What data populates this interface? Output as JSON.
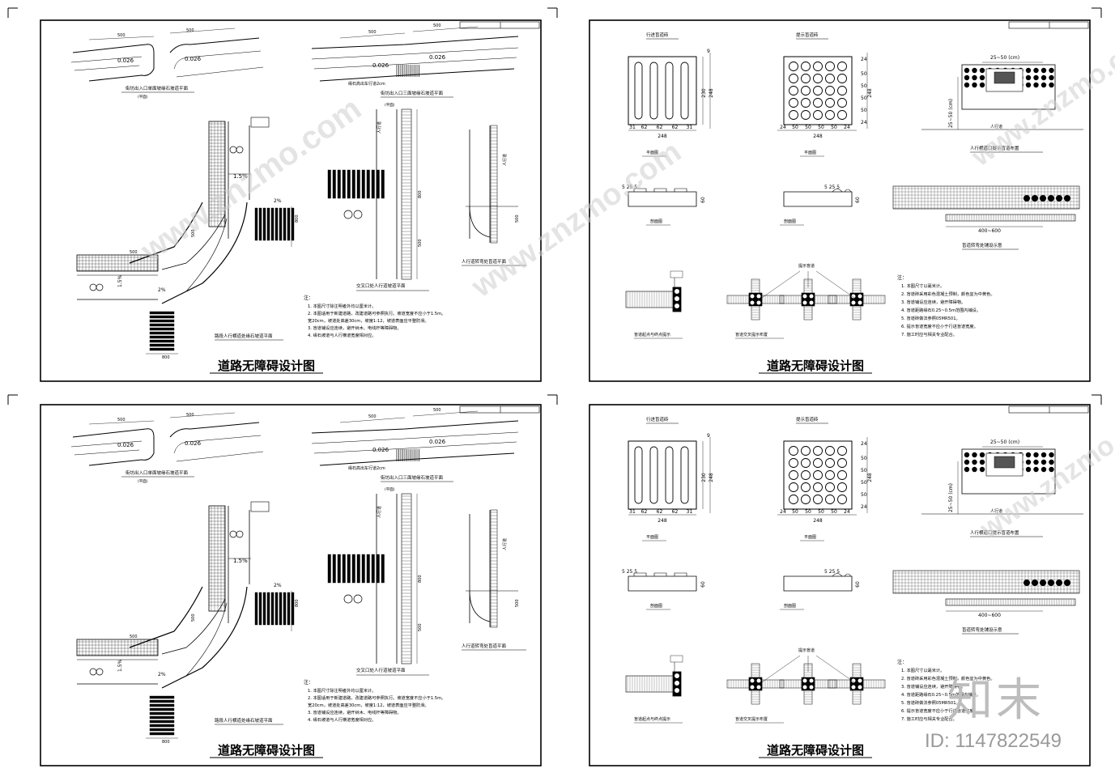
{
  "sheets": [
    {
      "title": "道路无障碍设计图",
      "kind": "plan",
      "labels": {
        "slope": "0.026",
        "cap1": "街坊出入口单面坡缘石坡道平面",
        "cap2": "街坊出入口三面坡缘石坡道平面",
        "cap3": "街坊出入口三面坡缘石坡道平面",
        "curb_rise": "缘石高出车行道2cm",
        "plan_note": "(平面)",
        "intersection_caption": "交叉口处人行道坡道平面",
        "crossing_caption": "路段人行横道处缘石坡道平面",
        "corner_caption": "人行道转弯处盲道平面",
        "sidewalk": "人行道",
        "pct1": "1.5%",
        "pct2": "2%",
        "dim500": "500",
        "dim800": "800",
        "notes_head": "注：",
        "notes": [
          "1. 本图尺寸除注明者外均以厘米计。",
          "2. 本图适用于新建道路，改建道路可参照执行。坡道宽度不应小于1.5m。",
          "宽20cm，坡道处高差30cm，坡度1:12，坡道表面应平整防滑。",
          "3. 盲道铺设应连续，避开树木、电线杆等障碍物。",
          "4. 缘石坡道与人行横道宽度相对应。"
        ]
      }
    },
    {
      "title": "道路无障碍设计图",
      "kind": "tiles",
      "labels": {
        "tile1_title": "行进盲道砖",
        "tile2_title": "提示盲道砖",
        "plan": "平面图",
        "section": "剖面图",
        "dims_x1": [
          "31",
          "62",
          "62",
          "62",
          "31"
        ],
        "dims_x2": [
          "24",
          "50",
          "50",
          "50",
          "50",
          "24"
        ],
        "dim248": "248",
        "dim230": "230",
        "dim9": "9",
        "dim24": "24",
        "dim50": "50",
        "sec_dims": [
          "5",
          "25",
          "5"
        ],
        "sec_h": "60",
        "detail_dim": "25~50 (cm)",
        "detail_v": "25~50 (cm)",
        "detail_caption": "人行横道口提示盲道布置",
        "sidewalk": "人行道",
        "lay_caption": "盲道转弯处铺设示意",
        "lay_dim": "400~600",
        "junction_caption1": "盲道起点与终点提示",
        "junction_caption2": "盲道交叉提示布置",
        "junction_label": "提示盲道",
        "notes_head": "注：",
        "notes": [
          "1. 本图尺寸以毫米计。",
          "2. 盲道砖采用彩色混凝土预制，颜色宜为中黄色。",
          "3. 盲道铺设应连续，避开障碍物。",
          "4. 盲道距路缘石0.25~0.5m范围内铺设。",
          "5. 盲道砖做法参照05MR501。",
          "6. 提示盲道宽度不应小于行进盲道宽度。",
          "7. 施工时应与相关专业配合。"
        ]
      }
    }
  ],
  "watermark": "www.znzmo.com",
  "brand": "知末",
  "id_label": "ID: 1147822549"
}
